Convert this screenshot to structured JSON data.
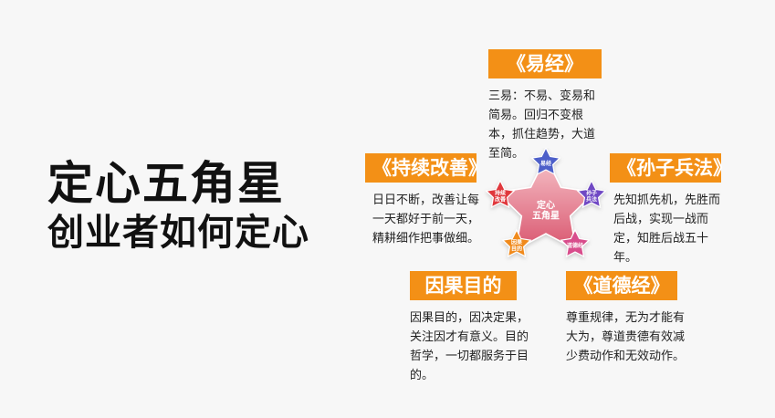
{
  "title": "定心五角星",
  "subtitle": "创业者如何定心",
  "center_label": [
    "定心",
    "五角星"
  ],
  "nodes": {
    "yijing": {
      "tag": "《易经》",
      "desc": "三易：不易、变易和简易。回归不变根本，抓住趋势，大道至简。",
      "star_label": [
        "易经"
      ],
      "color": "#4e5fc9"
    },
    "chixu": {
      "tag": "《持续改善》",
      "desc": "日日不断，改善让每一天都好于前一天，精耕细作把事做细。",
      "star_label": [
        "持续",
        "改善"
      ],
      "color": "#e0393c"
    },
    "sunzi": {
      "tag": "《孙子兵法》",
      "desc": "先知抓先机，先胜而后战，实现一战而定，知胜后战五十年。",
      "star_label": [
        "孙子",
        "兵法"
      ],
      "color": "#7048c4"
    },
    "yinguo": {
      "tag": "因果目的",
      "desc": "因果目的，因决定果，关注因才有意义。目的哲学，一切都服务于目的。",
      "star_label": [
        "因果",
        "目的"
      ],
      "color": "#f08a1c"
    },
    "daode": {
      "tag": "《道德经》",
      "desc": "尊重规律，无为才能有大为，尊道贵德有效减少费动作和无效动作。",
      "star_label": [
        "道德经"
      ],
      "color": "#d84d8c"
    }
  },
  "colors": {
    "accent": "#f39016",
    "center_top": "#f6c2c8",
    "center_bottom": "#d9566f"
  }
}
